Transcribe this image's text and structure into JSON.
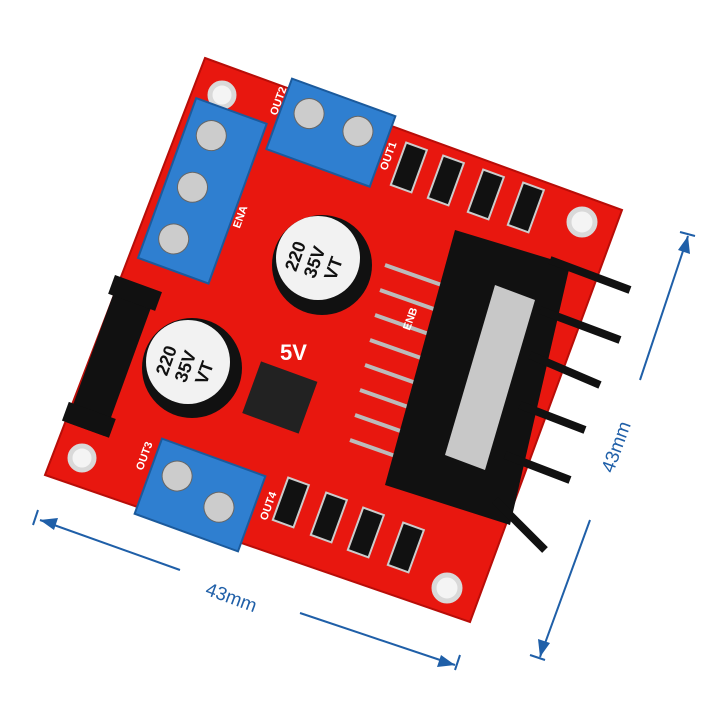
{
  "dimensions": {
    "width_label": "43mm",
    "height_label": "43mm"
  },
  "colors": {
    "board": "#e8170f",
    "terminal": "#2f7fd0",
    "heatsink": "#111111",
    "dimension": "#1f5fa8"
  },
  "board_markings": {
    "capacitor_top": {
      "line1": "220",
      "line2": "35V",
      "line3": "VT"
    },
    "capacitor_bottom": {
      "line1": "220",
      "line2": "35V",
      "line3": "VT"
    },
    "out1": "OUT1",
    "out2": "OUT2",
    "out3": "OUT3",
    "out4": "OUT4",
    "five_v": "5V",
    "ena": "ENA",
    "enb": "ENB"
  }
}
